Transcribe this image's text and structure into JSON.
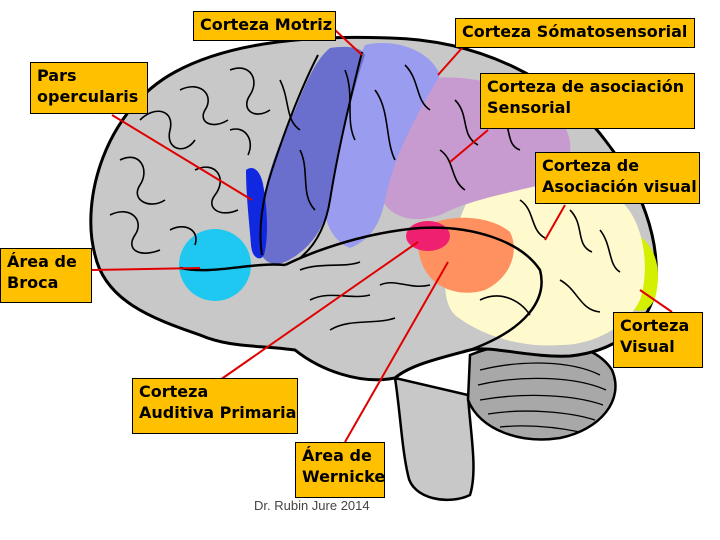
{
  "labels": {
    "motor": "Corteza Motriz",
    "somatosensory": "Corteza Sómatosensorial",
    "pars_opercularis": "Pars\nopercularis",
    "sensory_association": "Corteza de asociación\nSensorial",
    "visual_association": "Corteza de\nAsociación visual",
    "broca": "Área de\nBroca",
    "visual_cortex": "Corteza\nVisual",
    "auditory": "Corteza\nAuditiva Primaria",
    "wernicke": "Área de\nWernicke"
  },
  "credit": "Dr. Rubin Jure 2014",
  "colors": {
    "label_bg": "#ffc000",
    "leader_line": "#e00000",
    "brain_gray": "#c8c8c8",
    "motor_cortex": "#6a6fcd",
    "somatosensory_cortex": "#9a9cf0",
    "sensory_association": "#c79ad0",
    "visual_association": "#fffacd",
    "visual_cortex": "#d4f000",
    "broca_area": "#1ec8f0",
    "pars_opercularis": "#1028e0",
    "auditory_cortex": "#f02070",
    "wernicke_area": "#ff9060"
  }
}
